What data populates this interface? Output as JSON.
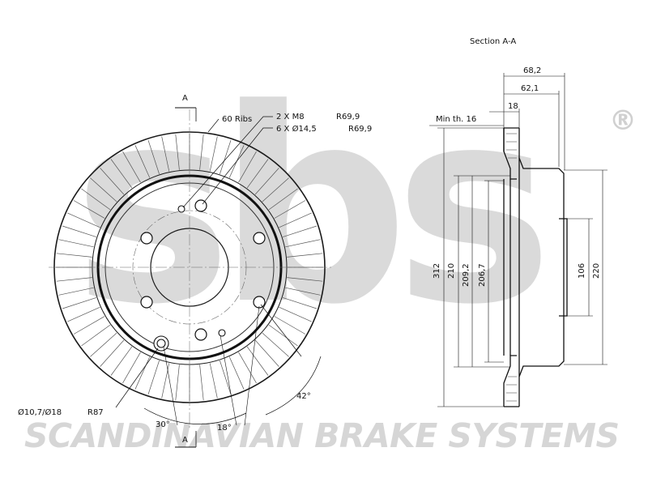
{
  "colors": {
    "watermark": "#d6d6d6",
    "line": "#1a1a1a",
    "thin": "#333333"
  },
  "watermark": {
    "logo": "sbs",
    "registered": "®",
    "tagline": "SCANDINAVIAN BRAKE SYSTEMS"
  },
  "front_view": {
    "section_mark_top": "A",
    "section_mark_bottom": "A",
    "ribs_label": "60 Ribs",
    "thread_label": "2 X M8",
    "thread_radius": "R69,9",
    "holes_label": "6 X Ø14,5",
    "holes_radius": "R69,9",
    "small_hole_label": "Ø10,7/Ø18",
    "small_hole_radius": "R87",
    "angle_30": "30°",
    "angle_18": "18°",
    "angle_42": "42°"
  },
  "section_view": {
    "title": "Section A-A",
    "min_thickness": "Min th. 16",
    "dim_68_2": "68,2",
    "dim_62_1": "62,1",
    "dim_18": "18",
    "dim_312": "312",
    "dim_210": "210",
    "dim_209_2": "209,2",
    "dim_206_7": "206,7",
    "dim_106": "106",
    "dim_220": "220"
  }
}
